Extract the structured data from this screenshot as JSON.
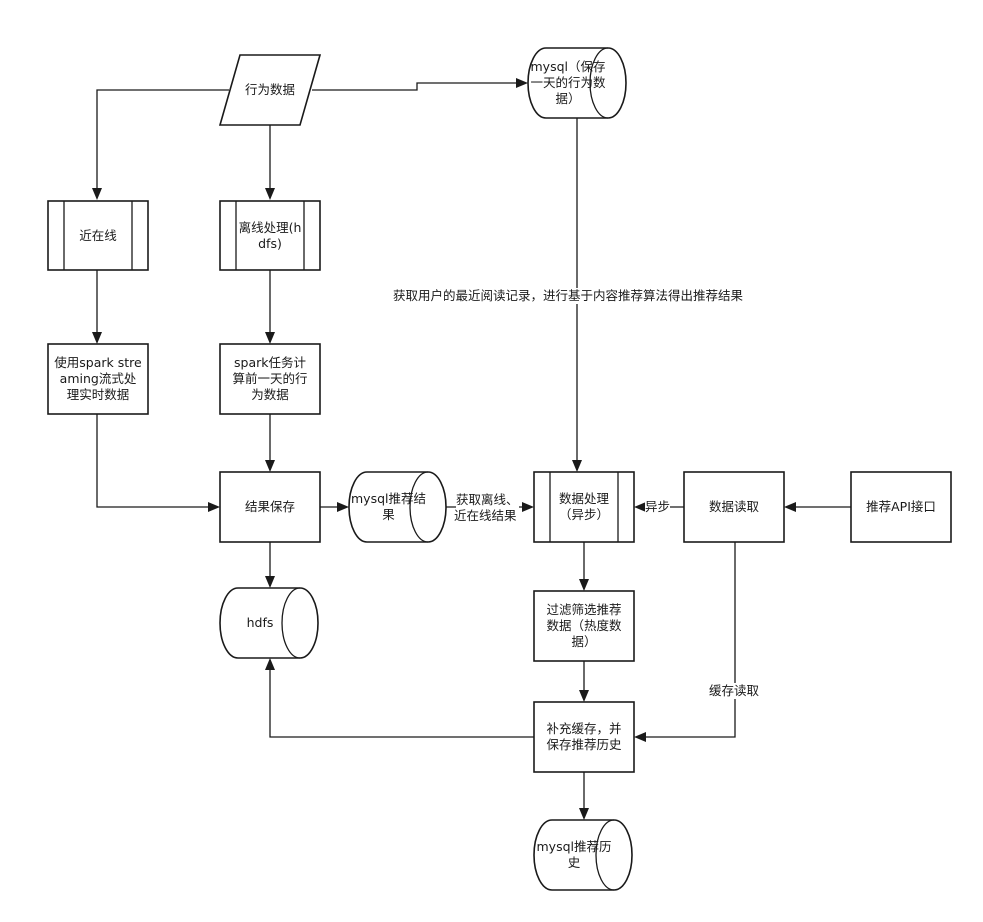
{
  "nodes": {
    "behavior": "行为数据",
    "mysql_behavior": "mysql（保存一天的行为数据）",
    "nearline": "近在线",
    "offline": "离线处理(hdfs)",
    "streaming": "使用spark streaming流式处理实时数据",
    "spark_task": "spark任务计算前一天的行为数据",
    "save_result": "结果保存",
    "mysql_result": "mysql推荐结果",
    "data_process": "数据处理（异步）",
    "data_read": "数据读取",
    "api": "推荐API接口",
    "hdfs": "hdfs",
    "filter": "过滤筛选推荐数据（热度数据）",
    "supplement": "补充缓存，并保存推荐历史",
    "mysql_history": "mysql推荐历史"
  },
  "edges": {
    "content_based": "获取用户的最近阅读记录，进行基于内容推荐算法得出推荐结果",
    "fetch_results_1": "获取离线、",
    "fetch_results_2": "近在线结果",
    "async": "异步",
    "cache_read": "缓存读取"
  }
}
